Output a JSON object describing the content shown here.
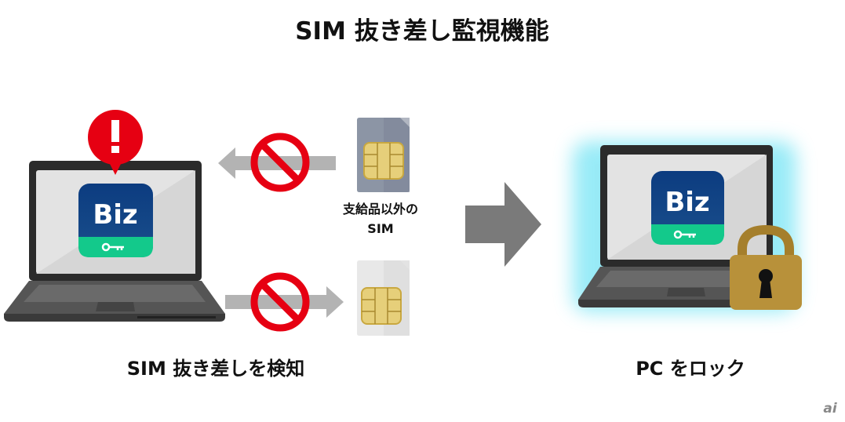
{
  "title": "SIM 抜き差し監視機能",
  "left_caption": "SIM 抜き差しを検知",
  "right_caption": "PC をロック",
  "sim_label_line1": "支給品以外の",
  "sim_label_line2": "SIM",
  "app_icon_text": "Biz",
  "watermark": "ai",
  "colors": {
    "alert_red": "#e60012",
    "app_blue": "#0b3f7e",
    "app_green": "#13c98b",
    "lock_gold": "#b8913a",
    "arrow_gray": "#7a7a7a",
    "glow": "#7fe6f5"
  }
}
